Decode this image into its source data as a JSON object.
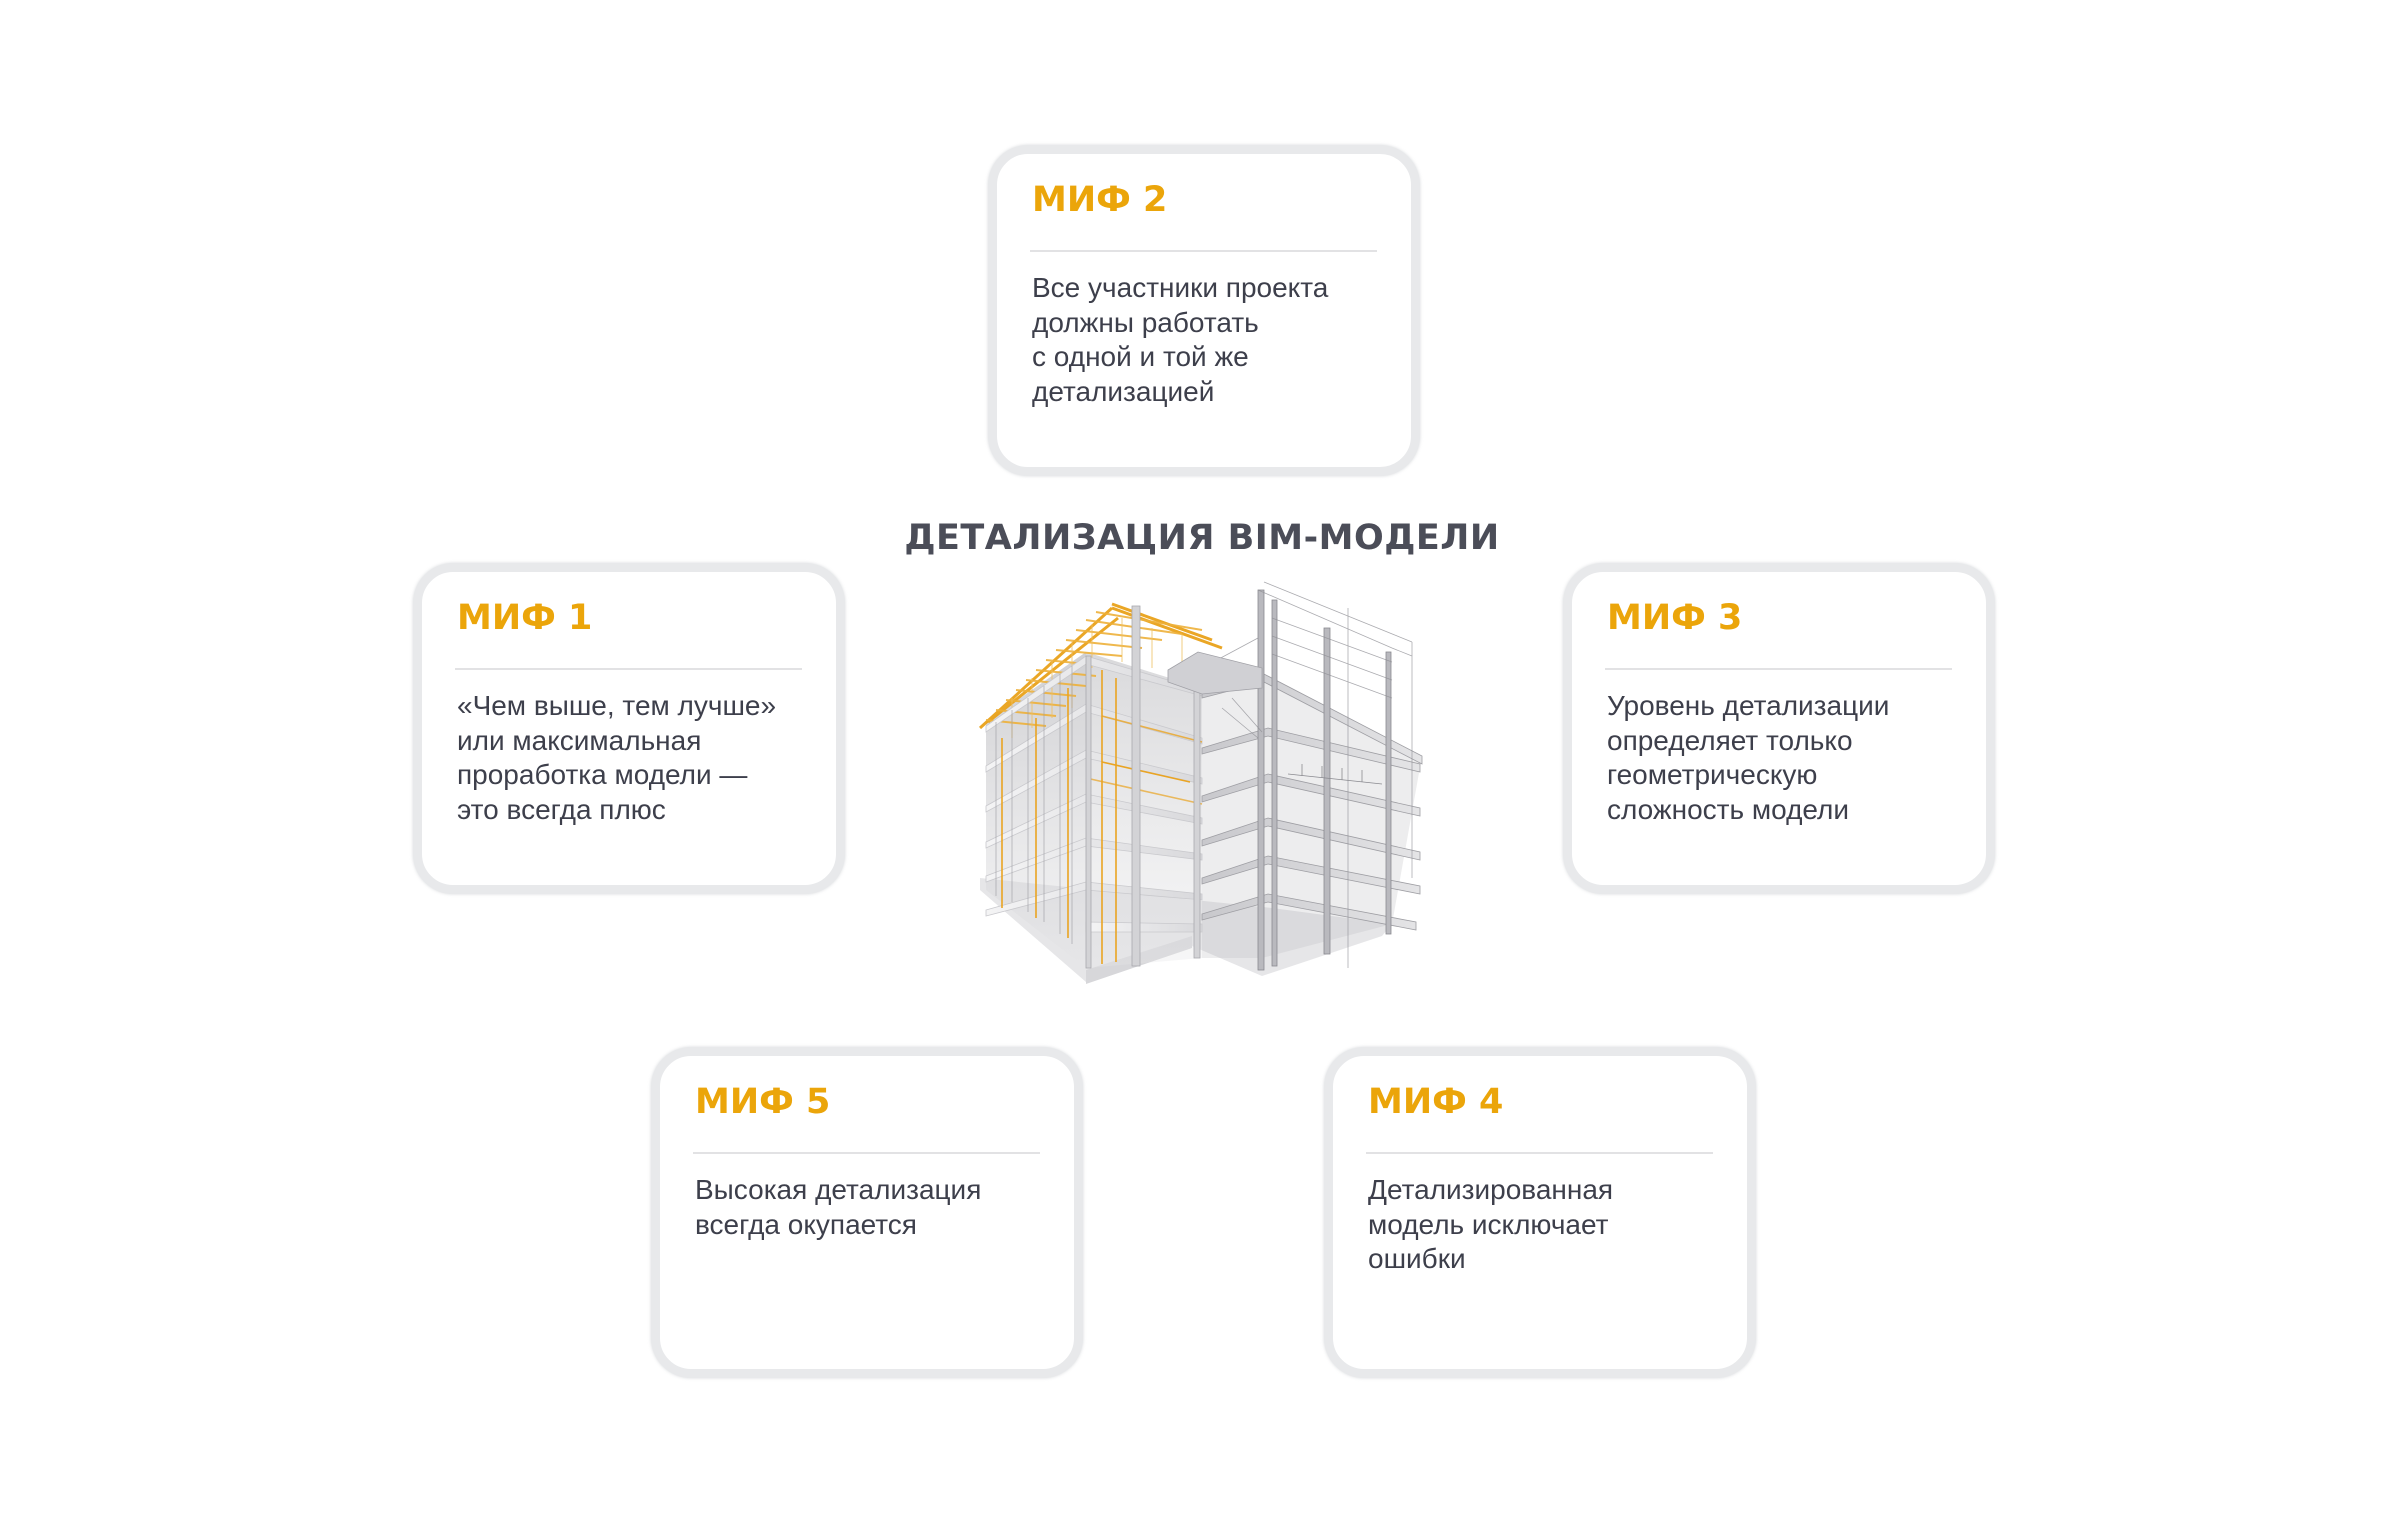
{
  "diagram": {
    "title": "ДЕТАЛИЗАЦИЯ BIM-МОДЕЛИ",
    "center_image": "bim-building-model",
    "colors": {
      "accent": "#eba50a",
      "title": "#4b4d58",
      "body_text": "#3d3f4b",
      "card_border": "#e8e9eb",
      "divider": "#e2e2e4",
      "background": "#ffffff"
    },
    "myths": [
      {
        "label": "МИФ 1",
        "text": "«Чем выше, тем лучше»\nили максимальная\nпроработка модели —\nэто всегда плюс"
      },
      {
        "label": "МИФ 2",
        "text": "Все участники проекта\nдолжны работать\nс одной и той же\nдетализацией"
      },
      {
        "label": "МИФ 3",
        "text": "Уровень детализации\nопределяет только\nгеометрическую\nсложность модели"
      },
      {
        "label": "МИФ 4",
        "text": "Детализированная\nмодель исключает\nошибки"
      },
      {
        "label": "МИФ 5",
        "text": "Высокая детализация\nвсегда окупается"
      }
    ]
  }
}
